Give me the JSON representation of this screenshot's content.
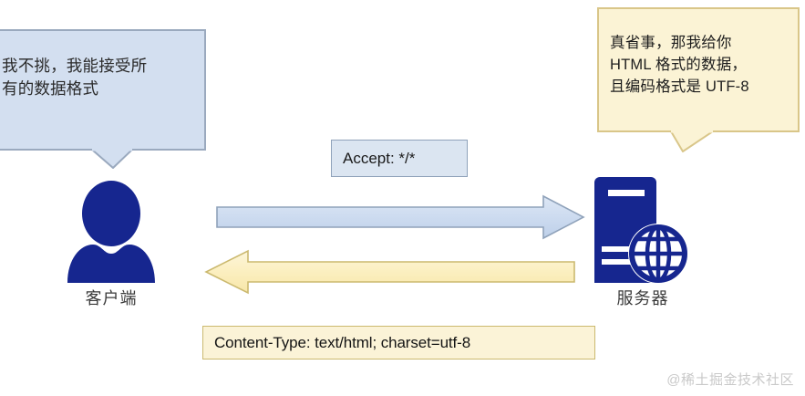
{
  "diagram": {
    "client": {
      "icon": "person-icon",
      "label": "客户端",
      "bubble": {
        "text": "我不挑，我能接受所\n有的数据格式",
        "fill": "#d3dff0",
        "border": "#9aa9be"
      }
    },
    "server": {
      "icon": "server-globe-icon",
      "label": "服务器",
      "bubble": {
        "text": "真省事，那我给你\nHTML 格式的数据，\n且编码格式是 UTF-8",
        "fill": "#fbf3d5",
        "border": "#d9c689"
      }
    },
    "request": {
      "arrow_direction": "right",
      "arrow_fill": "#cfdcef",
      "arrow_border": "#8fa2ba",
      "header_label": "Accept: */*",
      "box_fill": "#dbe5f1",
      "box_border": "#8fa2ba"
    },
    "response": {
      "arrow_direction": "left",
      "arrow_fill": "#fcf0c4",
      "arrow_border": "#cbb96f",
      "header_label": "Content-Type: text/html; charset=utf-8",
      "box_fill": "#fbf3d7",
      "box_border": "#cbb96f"
    },
    "watermark": "@稀土掘金技术社区"
  }
}
